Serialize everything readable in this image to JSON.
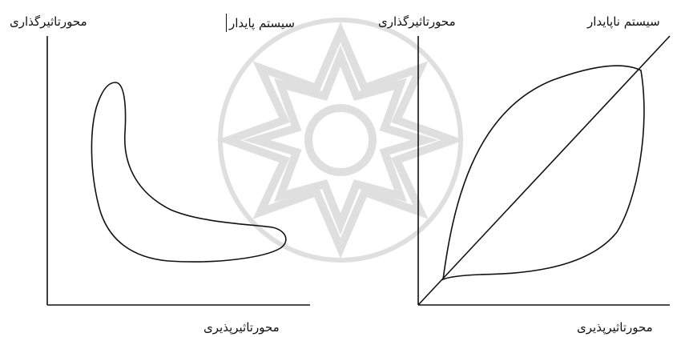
{
  "panels": {
    "left": {
      "title": "سیستم پایدار",
      "y_axis_label": "محورتاثیرگذاری",
      "x_axis_label": "محورتاثیرپذیری"
    },
    "right": {
      "title": "سیستم ناپایدار",
      "y_axis_label": "محورتاثیرگذاری",
      "x_axis_label": "محورتاثیرپذیری"
    }
  },
  "watermark": {
    "color": "#dcdcdc",
    "icon": "rosette-watermark-icon"
  }
}
